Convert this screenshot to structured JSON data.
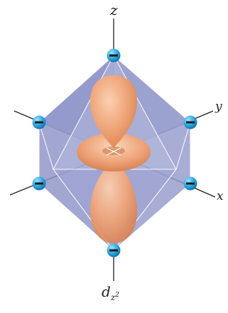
{
  "axes": {
    "z": "z",
    "y": "y",
    "x": "x"
  },
  "caption": {
    "base": "d",
    "sub": "z",
    "sup": "2"
  },
  "colors": {
    "octahedron_face": "#8d93c9",
    "octahedron_edge": "#ffffff",
    "orbital": "#f0a070",
    "ligand": "#2ea8e0",
    "ligand_sign": "#1a1a1a",
    "axis": "#222222"
  },
  "ligand_sign": "−",
  "ligands_count": 6
}
